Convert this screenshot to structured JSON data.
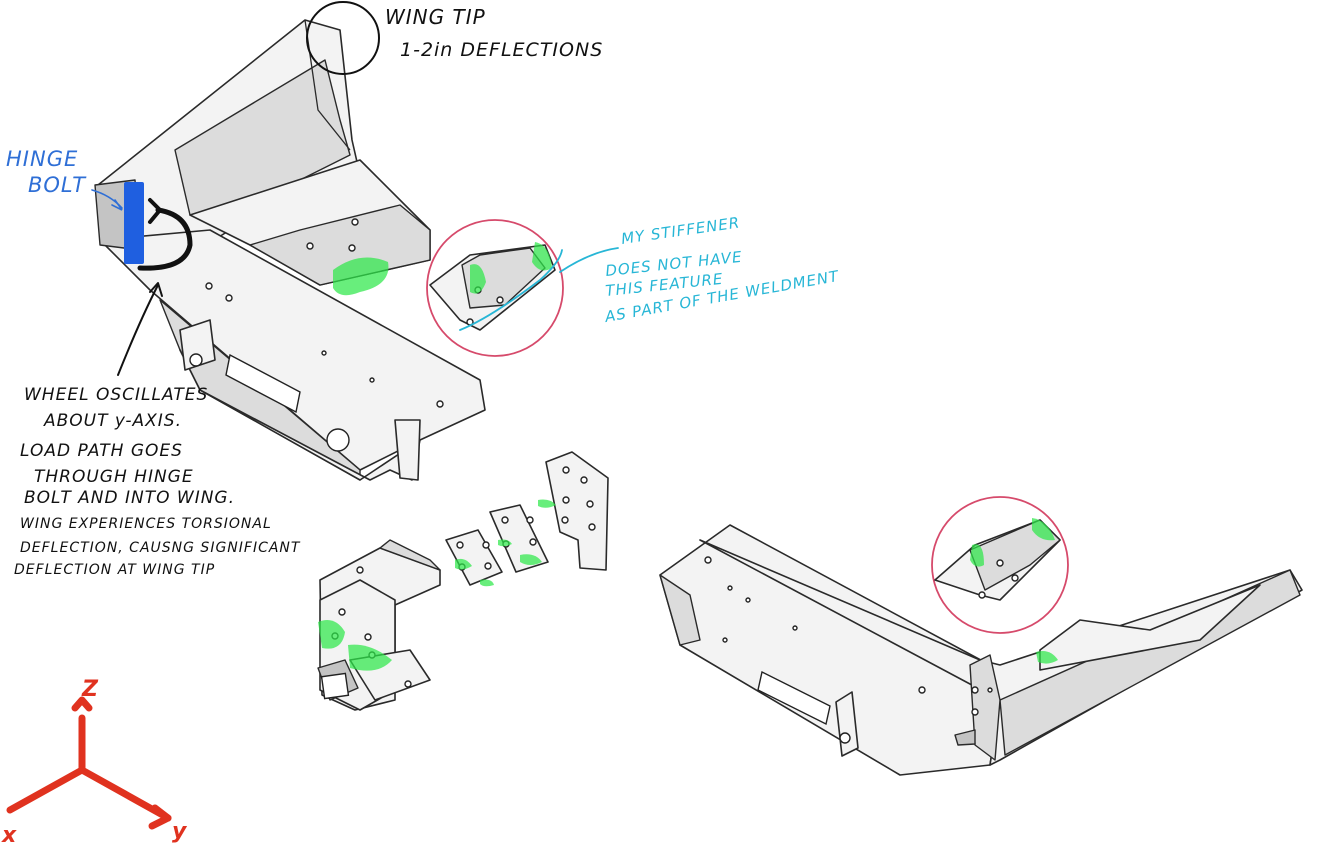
{
  "annotations": {
    "wing_tip": [
      "WING TIP",
      "1-2in DEFLECTIONS"
    ],
    "hinge_bolt": [
      "HINGE",
      "BOLT"
    ],
    "stiffener": [
      "MY STIFFENER",
      "DOES NOT HAVE",
      "THIS FEATURE",
      "AS PART OF THE WELDMENT"
    ],
    "load_path": [
      "WHEEL OSCILLATES",
      "ABOUT y-AXIS.",
      "LOAD PATH GOES",
      "THROUGH HINGE",
      "BOLT AND INTO WING.",
      "WING EXPERIENCES TORSIONAL",
      "DEFLECTION, CAUSNG SIGNIFICANT",
      "DEFLECTION AT WING TIP"
    ]
  },
  "axes": {
    "z": "Z",
    "x": "x",
    "y": "y"
  },
  "colors": {
    "ink": "#111111",
    "hinge_blue": "#2f6fd6",
    "note_cyan": "#27b6d6",
    "axis_red": "#e0321f",
    "highlight_green": "#2ee84a",
    "detail_circle": "#d64a6b"
  }
}
